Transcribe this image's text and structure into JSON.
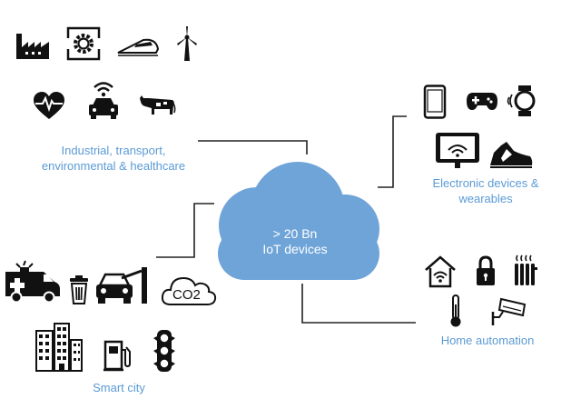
{
  "cloud": {
    "line1": "> 20 Bn",
    "line2": "IoT devices",
    "fill_color": "#6fa4d8"
  },
  "groups": {
    "industrial": {
      "label_line1": "Industrial, transport,",
      "label_line2": "environmental & healthcare",
      "icons": [
        "factory-icon",
        "gear-frame-icon",
        "train-icon",
        "wind-turbine-icon",
        "heart-rate-icon",
        "connected-car-icon",
        "cow-icon"
      ]
    },
    "electronic": {
      "label_line1": "Electronic devices &",
      "label_line2": "wearables",
      "icons": [
        "smartphone-icon",
        "gamepad-icon",
        "smartwatch-icon",
        "tablet-icon",
        "sneaker-icon"
      ]
    },
    "home": {
      "label": "Home automation",
      "icons": [
        "smart-home-icon",
        "padlock-icon",
        "radiator-icon",
        "thermometer-icon",
        "security-camera-icon"
      ]
    },
    "smart_city": {
      "label": "Smart city",
      "icons": [
        "ambulance-icon",
        "trash-bin-icon",
        "car-barrier-icon",
        "co2-cloud-icon",
        "buildings-icon",
        "fuel-pump-icon",
        "traffic-light-icon"
      ],
      "co2_text": "CO2"
    }
  },
  "colors": {
    "label_blue": "#5b9bd5",
    "line_dark": "#222222",
    "icon_black": "#111111"
  }
}
